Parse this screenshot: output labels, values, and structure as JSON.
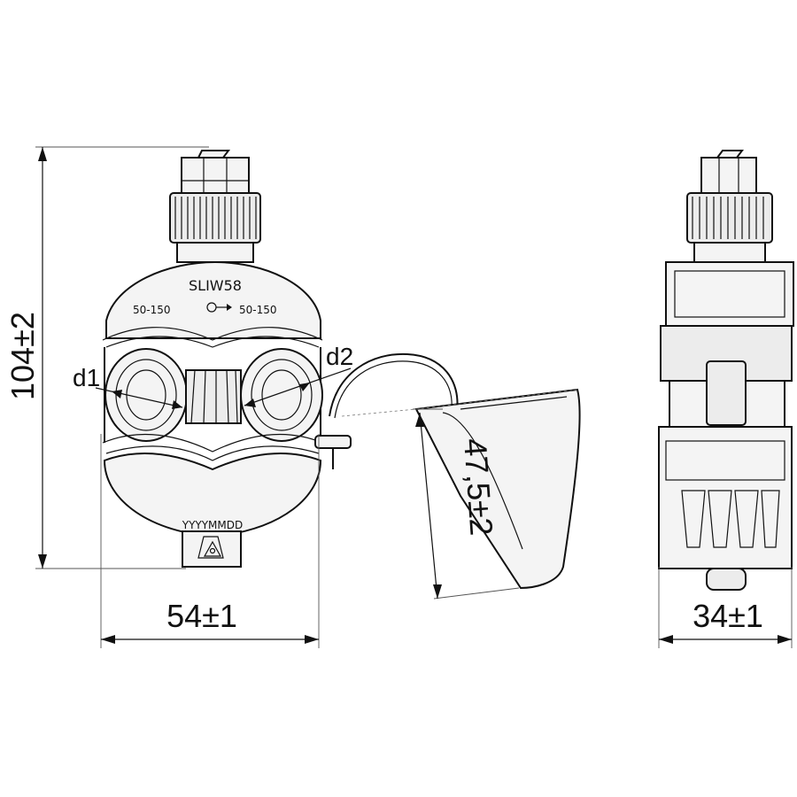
{
  "model_label": "SLIW58",
  "range_left": "50-150",
  "range_right": "50-150",
  "date_code": "YYYYMMDD",
  "height_dim": "104±2",
  "width_front_dim": "54±1",
  "cap_dim": "47,5±2",
  "width_side_dim": "34±1",
  "d1_label": "d1",
  "d2_label": "d2"
}
